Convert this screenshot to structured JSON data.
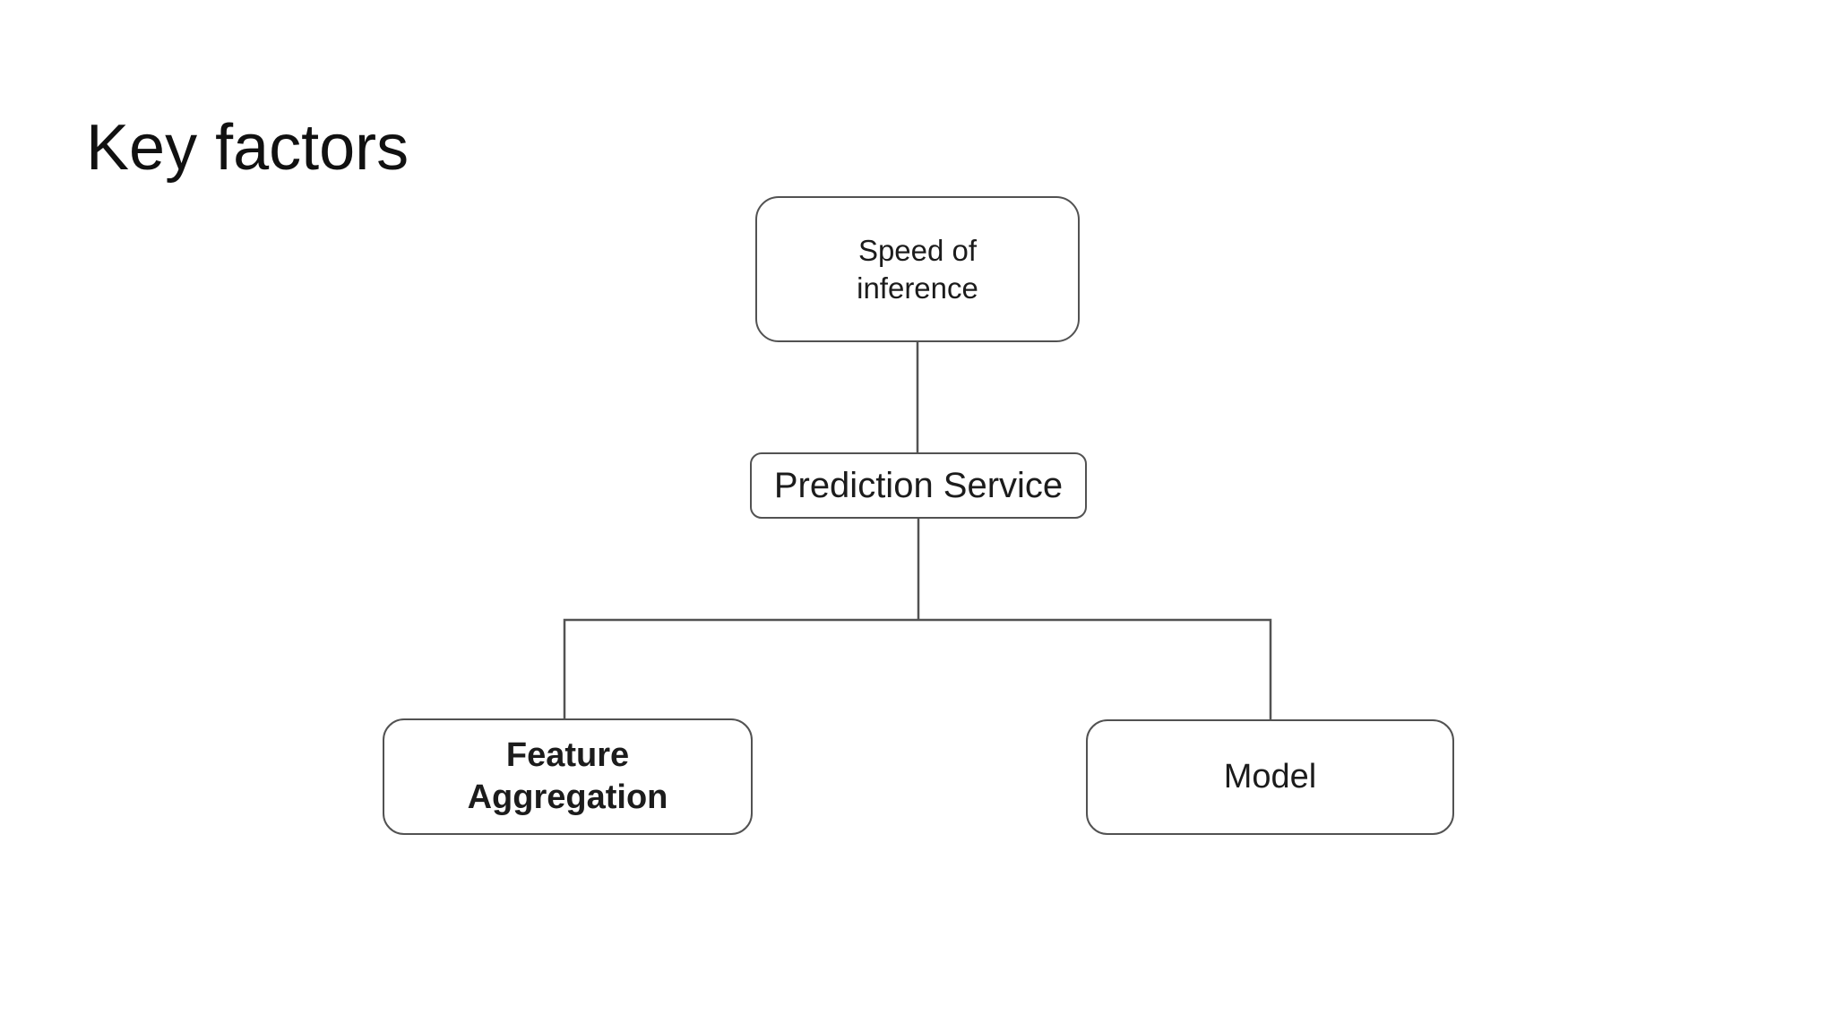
{
  "page": {
    "title": "Key factors",
    "background": "#ffffff",
    "text_color": "#1c1c1c",
    "line_color": "#525252"
  },
  "diagram": {
    "nodes": [
      {
        "id": "speed-of-inference",
        "lines": [
          "Speed of",
          "inference"
        ],
        "emphasis": "normal"
      },
      {
        "id": "prediction-service",
        "lines": [
          "Prediction Service"
        ],
        "emphasis": "normal"
      },
      {
        "id": "feature-aggregation",
        "lines": [
          "Feature",
          "Aggregation"
        ],
        "emphasis": "bold"
      },
      {
        "id": "model",
        "lines": [
          "Model"
        ],
        "emphasis": "normal"
      }
    ],
    "edges": [
      {
        "from": "speed-of-inference",
        "to": "prediction-service"
      },
      {
        "from": "prediction-service",
        "to": "feature-aggregation"
      },
      {
        "from": "prediction-service",
        "to": "model"
      }
    ]
  }
}
